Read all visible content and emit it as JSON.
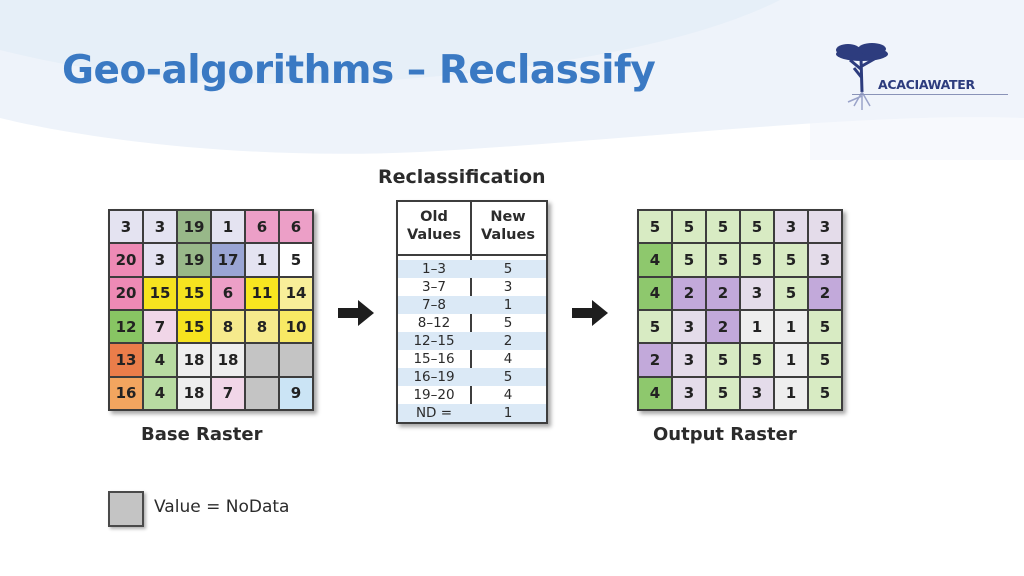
{
  "slide": {
    "title": "Geo-algorithms – Reclassify",
    "logo_text": "ACACIAWATER"
  },
  "diagram": {
    "reclass_title": "Reclassification",
    "base_caption": "Base Raster",
    "output_caption": "Output Raster",
    "legend_text": "Value = NoData",
    "table_header": {
      "old_line1": "Old",
      "old_line2": "Values",
      "new_line1": "New",
      "new_line2": "Values"
    },
    "table_rows": [
      {
        "old": "1–3",
        "new": "5"
      },
      {
        "old": "3–7",
        "new": "3"
      },
      {
        "old": "7–8",
        "new": "1"
      },
      {
        "old": "8–12",
        "new": "5"
      },
      {
        "old": "12–15",
        "new": "2"
      },
      {
        "old": "15–16",
        "new": "4"
      },
      {
        "old": "16–19",
        "new": "5"
      },
      {
        "old": "19–20",
        "new": "4"
      },
      {
        "old": "ND =",
        "new": "1"
      }
    ],
    "base_grid": [
      [
        "3",
        "3",
        "19",
        "1",
        "6",
        "6"
      ],
      [
        "20",
        "3",
        "19",
        "17",
        "1",
        "5"
      ],
      [
        "20",
        "15",
        "15",
        "6",
        "11",
        "14"
      ],
      [
        "12",
        "7",
        "15",
        "8",
        "8",
        "10"
      ],
      [
        "13",
        "4",
        "18",
        "18",
        "",
        ""
      ],
      [
        "16",
        "4",
        "18",
        "7",
        "",
        "9"
      ]
    ],
    "output_grid": [
      [
        "5",
        "5",
        "5",
        "5",
        "3",
        "3"
      ],
      [
        "4",
        "5",
        "5",
        "5",
        "5",
        "3"
      ],
      [
        "4",
        "2",
        "2",
        "3",
        "5",
        "2"
      ],
      [
        "5",
        "3",
        "2",
        "1",
        "1",
        "5"
      ],
      [
        "2",
        "3",
        "5",
        "5",
        "1",
        "5"
      ],
      [
        "4",
        "3",
        "5",
        "3",
        "1",
        "5"
      ]
    ]
  },
  "colors": {
    "title": "#3a79c3",
    "nodata": "#c4c4c4"
  }
}
